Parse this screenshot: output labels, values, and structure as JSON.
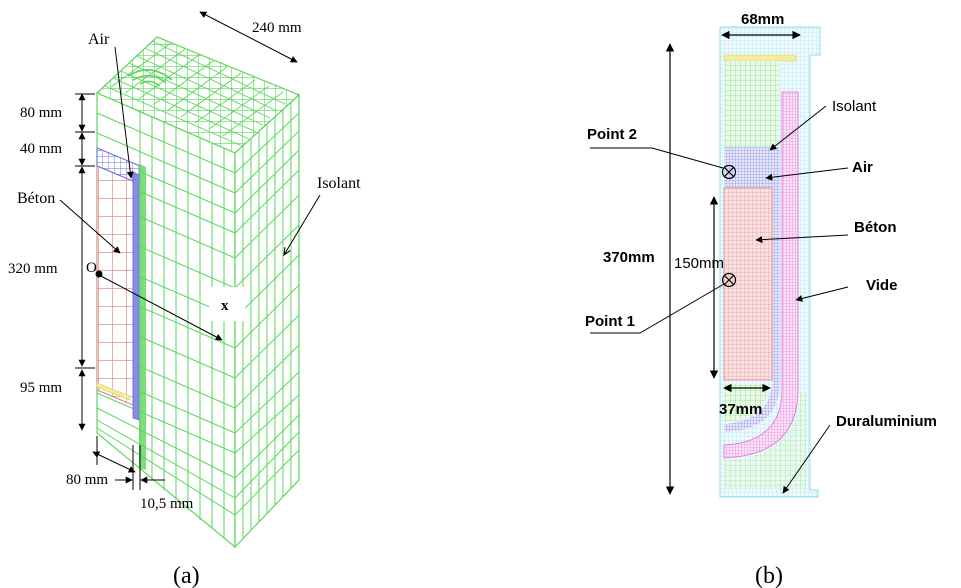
{
  "panel_a": {
    "caption": "(a)",
    "dim_top": "240 mm",
    "dim_80_top": "80 mm",
    "dim_40": "40 mm",
    "dim_320": "320 mm",
    "dim_95": "95 mm",
    "dim_80_bottom": "80 mm",
    "dim_10_5": "10,5 mm",
    "label_air": "Air",
    "label_beton": "Béton",
    "label_isolant": "Isolant",
    "label_origin": "O",
    "label_x": "x"
  },
  "panel_b": {
    "caption": "(b)",
    "dim_68": "68mm",
    "dim_370": "370mm",
    "dim_150": "150mm",
    "dim_37": "37mm",
    "label_isolant": "Isolant",
    "label_air": "Air",
    "label_beton": "Béton",
    "label_vide": "Vide",
    "label_duraluminium": "Duraluminium",
    "point_1": "Point 1",
    "point_2": "Point 2"
  },
  "colors": {
    "isolant_mesh": "#5cd65c",
    "beton_mesh": "#d98080",
    "air_mesh": "#6a6ae0",
    "vide_mesh": "#e070d8",
    "duraluminium_mesh": "#8fdce8",
    "yellow_layer": "#f2ee9a"
  }
}
